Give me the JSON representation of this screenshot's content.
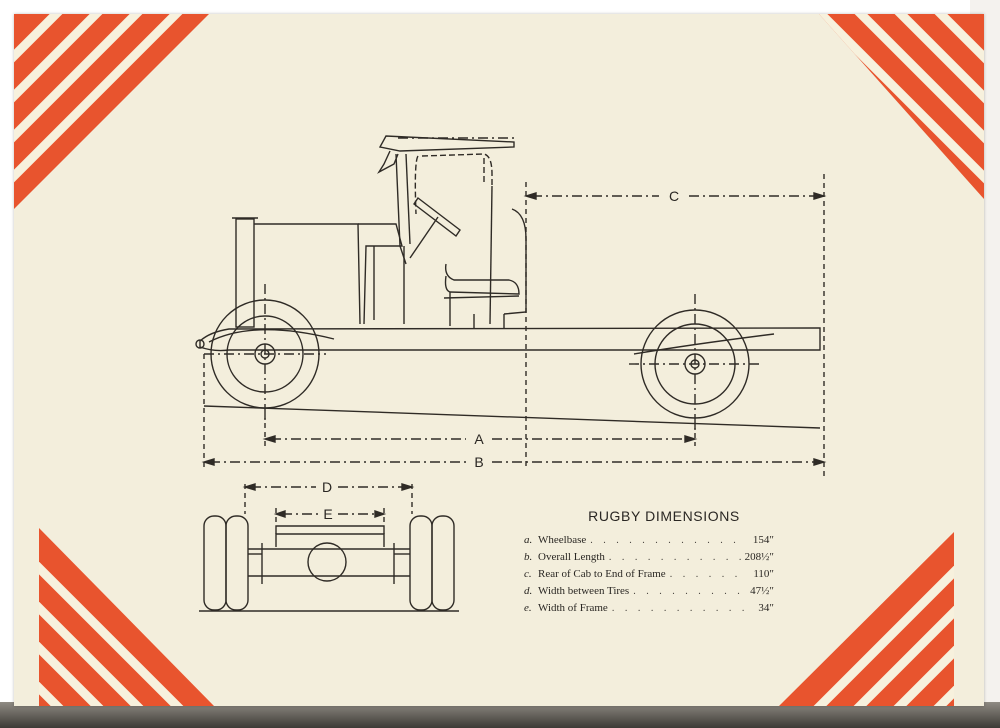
{
  "drawing": {
    "labels": {
      "a": "A",
      "b": "B",
      "c": "C",
      "d": "D",
      "e": "E"
    }
  },
  "dimensions": {
    "title": "RUGBY DIMENSIONS",
    "rows": [
      {
        "letter": "a.",
        "label": "Wheelbase",
        "dots": ". . . . . . . . . . . . . . . . .",
        "value": "154″"
      },
      {
        "letter": "b.",
        "label": "Overall Length",
        "dots": ". . . . . . . . . . . . . . .",
        "value": "208½″"
      },
      {
        "letter": "c.",
        "label": "Rear of Cab to End of Frame",
        "dots": ". . . . . . . .",
        "value": "110″"
      },
      {
        "letter": "d.",
        "label": "Width between Tires",
        "dots": ". . . . . . . . . . . .",
        "value": "47½″"
      },
      {
        "letter": "e.",
        "label": "Width of Frame",
        "dots": ". . . . . . . . . . . . . . .",
        "value": "34″"
      }
    ]
  },
  "colors": {
    "paper": "#f3eedc",
    "stripe": "#e8542e",
    "ink": "#2a2723"
  }
}
